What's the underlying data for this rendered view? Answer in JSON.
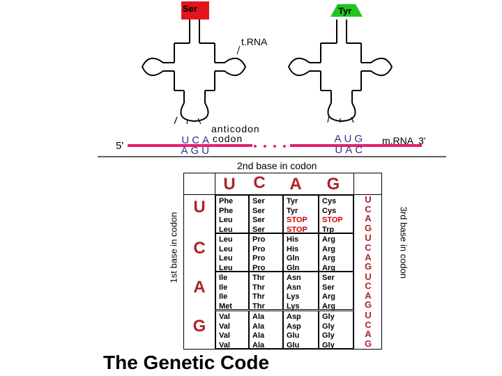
{
  "trna_left": {
    "amino_acid": "Ser",
    "anticodon": [
      "U",
      "C",
      "A"
    ],
    "color": "#e0161c"
  },
  "trna_right": {
    "amino_acid": "Tyr",
    "anticodon": [
      "A",
      "U",
      "G"
    ],
    "color": "#21c521"
  },
  "labels": {
    "trna": "t.RNA",
    "anticodon": "anticodon",
    "codon": "codon",
    "five_prime": "5'",
    "mrna": "m.RNA  3'"
  },
  "codons": {
    "left": [
      "A",
      "G",
      "U"
    ],
    "right": [
      "U",
      "A",
      "C"
    ]
  },
  "mrna_color": "#e0206e",
  "table": {
    "second_base_title": "2nd base in codon",
    "first_base_title": "1st base in codon",
    "third_base_title": "3rd base in codon",
    "second_bases": [
      "U",
      "C",
      "A",
      "G"
    ],
    "first_bases": [
      "U",
      "C",
      "A",
      "G"
    ],
    "third_bases": [
      "U",
      "C",
      "A",
      "G"
    ],
    "rows": [
      [
        [
          "Phe",
          "Phe",
          "Leu",
          "Leu"
        ],
        [
          "Ser",
          "Ser",
          "Ser",
          "Ser"
        ],
        [
          "Tyr",
          "Tyr",
          "STOP",
          "STOP"
        ],
        [
          "Cys",
          "Cys",
          "STOP",
          "Trp"
        ]
      ],
      [
        [
          "Leu",
          "Leu",
          "Leu",
          "Leu"
        ],
        [
          "Pro",
          "Pro",
          "Pro",
          "Pro"
        ],
        [
          "His",
          "His",
          "Gln",
          "Gln"
        ],
        [
          "Arg",
          "Arg",
          "Arg",
          "Arg"
        ]
      ],
      [
        [
          "Ile",
          "Ile",
          "Ile",
          "Met"
        ],
        [
          "Thr",
          "Thr",
          "Thr",
          "Thr"
        ],
        [
          "Asn",
          "Asn",
          "Lys",
          "Lys"
        ],
        [
          "Ser",
          "Ser",
          "Arg",
          "Arg"
        ]
      ],
      [
        [
          "Val",
          "Val",
          "Val",
          "Val"
        ],
        [
          "Ala",
          "Ala",
          "Ala",
          "Ala"
        ],
        [
          "Asp",
          "Asp",
          "Glu",
          "Glu"
        ],
        [
          "Gly",
          "Gly",
          "Gly",
          "Gly"
        ]
      ]
    ],
    "stop_color": "#cc0000",
    "base_color": "#b0202a"
  },
  "title": "The Genetic Code"
}
